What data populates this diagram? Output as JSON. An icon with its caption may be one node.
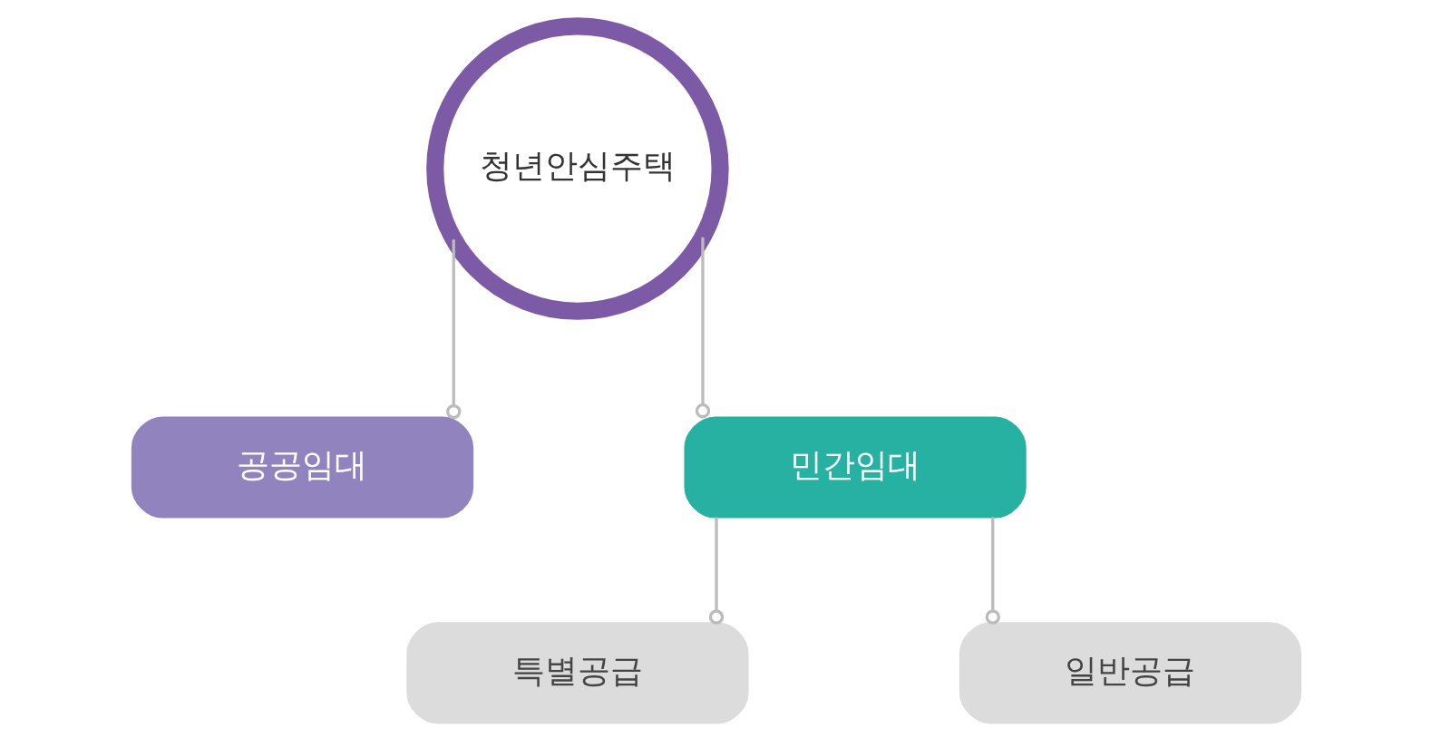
{
  "diagram": {
    "nodes": [
      {
        "text": [
          "청년안심주택"
        ]
      },
      {
        "text": [
          "공공임대"
        ]
      },
      {
        "text": [
          "민간임대"
        ]
      },
      {
        "text": [
          "특별공급"
        ]
      },
      {
        "text": [
          "일반공급"
        ]
      }
    ],
    "edges": [
      {
        "from": 0,
        "to": 1,
        "arrow": "other"
      },
      {
        "from": 0,
        "to": 2,
        "arrow": "other"
      },
      {
        "from": 2,
        "to": 3,
        "arrow": "other"
      },
      {
        "from": 2,
        "to": 4,
        "arrow": "other"
      }
    ]
  }
}
